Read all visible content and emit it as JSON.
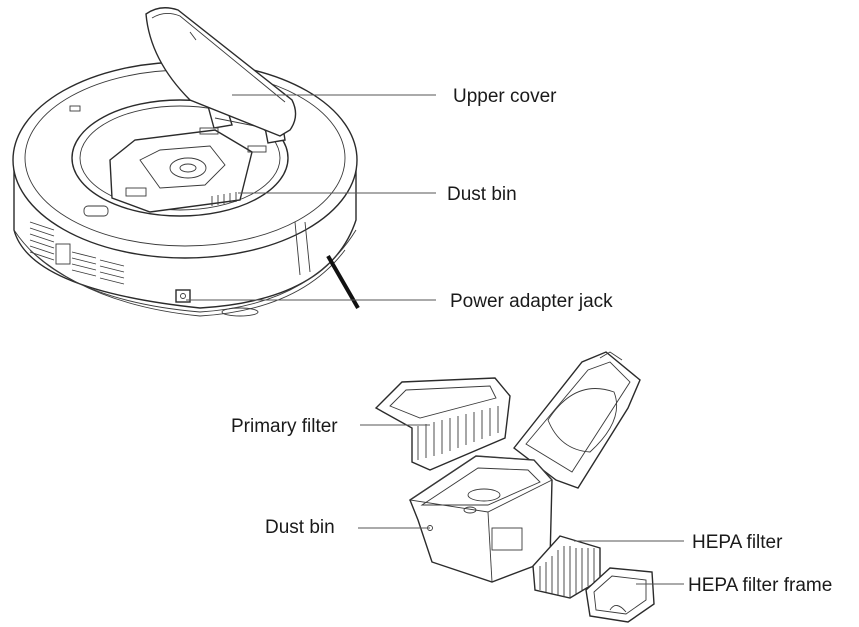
{
  "labels": {
    "upper_cover": "Upper cover",
    "dust_bin_top": "Dust bin",
    "power_jack": "Power adapter jack",
    "primary_filter": "Primary filter",
    "dust_bin_bottom": "Dust bin",
    "hepa_filter": "HEPA filter",
    "hepa_frame": "HEPA filter frame"
  }
}
